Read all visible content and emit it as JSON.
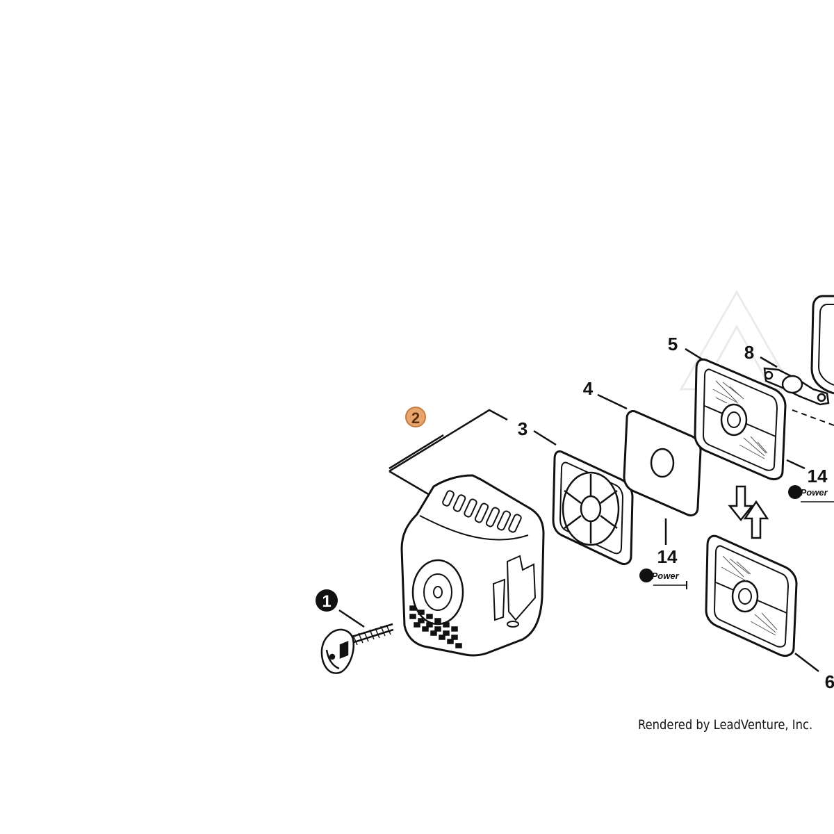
{
  "callouts": {
    "c1": "1",
    "c2": "2",
    "c3": "3",
    "c4": "4",
    "c5": "5",
    "c6": "6",
    "c8": "8",
    "c14a": "14",
    "c14b": "14"
  },
  "logo": {
    "text": "RePower"
  },
  "footer": {
    "credit": "Rendered by LeadVenture, Inc."
  },
  "colors": {
    "highlight": "#E8A66E",
    "line": "#111111"
  }
}
